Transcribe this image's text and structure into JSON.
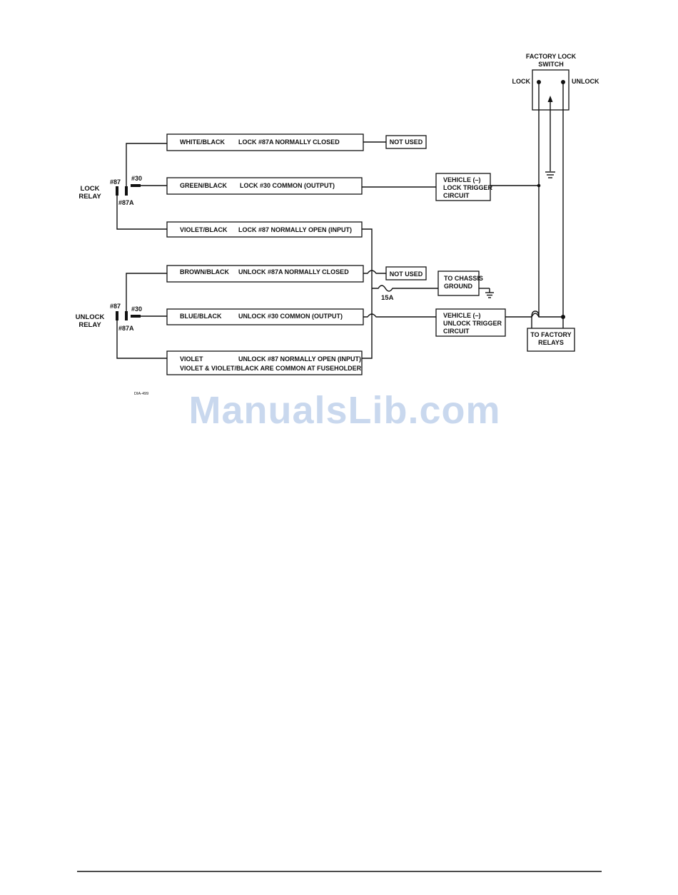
{
  "switch": {
    "title_line1": "FACTORY LOCK",
    "title_line2": "SWITCH",
    "lock_label": "LOCK",
    "unlock_label": "UNLOCK"
  },
  "lock_relay": {
    "label_line1": "LOCK",
    "label_line2": "RELAY",
    "pin87": "#87",
    "pin30": "#30",
    "pin87a": "#87A"
  },
  "unlock_relay": {
    "label_line1": "UNLOCK",
    "label_line2": "RELAY",
    "pin87": "#87",
    "pin30": "#30",
    "pin87a": "#87A"
  },
  "wires": [
    {
      "color": "WHITE/BLACK",
      "desc": "LOCK #87A  NORMALLY CLOSED"
    },
    {
      "color": "GREEN/BLACK",
      "desc": "LOCK #30 COMMON (OUTPUT)"
    },
    {
      "color": "VIOLET/BLACK",
      "desc": "LOCK #87 NORMALLY OPEN (INPUT)"
    },
    {
      "color": "BROWN/BLACK",
      "desc": "UNLOCK #87A NORMALLY CLOSED"
    },
    {
      "color": "BLUE/BLACK",
      "desc": "UNLOCK #30 COMMON (OUTPUT)"
    },
    {
      "color": "VIOLET",
      "desc": "UNLOCK #87 NORMALLY OPEN (INPUT)",
      "note": "VIOLET & VIOLET/BLACK ARE COMMON AT FUSEHOLDER"
    }
  ],
  "not_used_1": "NOT USED",
  "not_used_2": "NOT USED",
  "fuse_label": "15A",
  "chassis": {
    "line1": "TO CHASSIS",
    "line2": "GROUND"
  },
  "lock_trigger": {
    "line1": "VEHICLE (–)",
    "line2": "LOCK TRIGGER",
    "line3": "CIRCUIT"
  },
  "unlock_trigger": {
    "line1": "VEHICLE (–)",
    "line2": "UNLOCK TRIGGER",
    "line3": "CIRCUIT"
  },
  "factory_relays": {
    "line1": "TO FACTORY",
    "line2": "RELAYS"
  },
  "diagram_id": "DIA-499",
  "watermark": "ManualsLib.com"
}
